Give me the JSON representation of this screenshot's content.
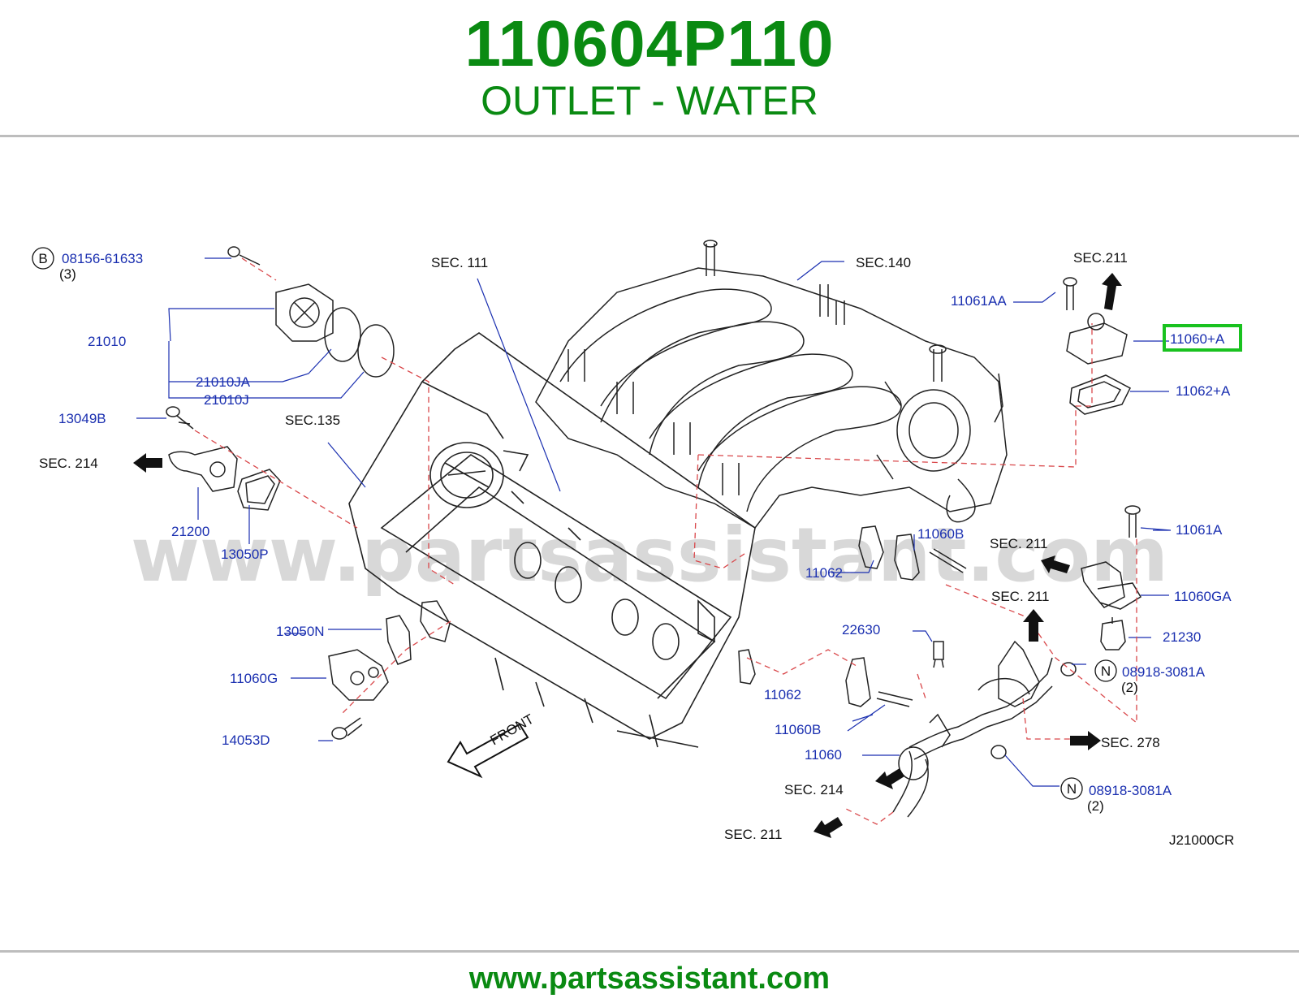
{
  "header": {
    "part_number": "110604P110",
    "part_name": "OUTLET - WATER"
  },
  "footer": {
    "url": "www.partsassistant.com"
  },
  "diagram": {
    "watermark": "www.partsassistant.com",
    "drawing_code": "J21000CR",
    "front_label": "FRONT",
    "sections": {
      "s111": "SEC.  111",
      "s140": "SEC.140",
      "s211_top": "SEC.211",
      "s135": "SEC.135",
      "s214_left": "SEC.  214",
      "s211_mid": "SEC.  211",
      "s211_mid2": "SEC.  211",
      "s278": "SEC.  278",
      "s214_bottom": "SEC.  214",
      "s211_bottom": "SEC.  211"
    },
    "markers": {
      "B": "B",
      "N1": "N",
      "N2": "N"
    },
    "quantities": {
      "q08156": "(3)",
      "q08918_1": "(2)",
      "q08918_2": "(2)"
    },
    "parts": {
      "p08156": "08156-61633",
      "p21010": "21010",
      "p21010JA": "21010JA",
      "p21010J": "21010J",
      "p13049B": "13049B",
      "p21200": "21200",
      "p13050P": "13050P",
      "p13050N": "13050N",
      "p11060G": "11060G",
      "p14053D": "14053D",
      "p11061AA": "11061AA",
      "p11060A": "11060+A",
      "p11062A": "11062+A",
      "p11060B_top": "11060B",
      "p11062_top": "11062",
      "p11061A": "11061A",
      "p11060GA": "11060GA",
      "p21230": "21230",
      "p22630": "22630",
      "p08918_1": "08918-3081A",
      "p11062_bot": "11062",
      "p11060B_bot": "11060B",
      "p11060": "11060",
      "p08918_2": "08918-3081A"
    },
    "highlighted_part": "11060+A",
    "colors": {
      "title": "#0a8a12",
      "part_label": "#1a2fb0",
      "highlight": "#19c21f",
      "dashed_line": "#d9474a"
    }
  }
}
